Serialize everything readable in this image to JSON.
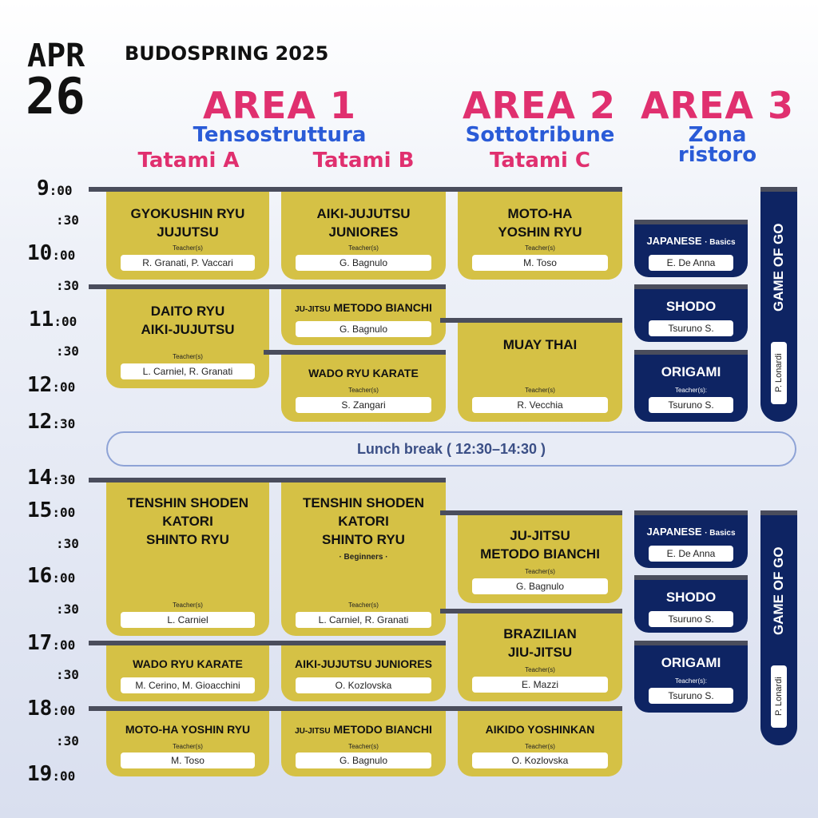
{
  "header": {
    "month": "APR",
    "day": "26",
    "event": "BUDOSPRING 2025"
  },
  "areas": [
    {
      "title": "AREA 1",
      "subtitle": "Tensostruttura"
    },
    {
      "title": "AREA 2",
      "subtitle": "Sottotribune"
    },
    {
      "title": "AREA 3",
      "subtitle_line1": "Zona",
      "subtitle_line2": "ristoro"
    }
  ],
  "tatami": [
    "Tatami A",
    "Tatami B",
    "Tatami C"
  ],
  "times": {
    "t900": "9",
    "t1000": "10",
    "t1100": "11",
    "t1200": "12",
    "t1230": "12",
    "t1430": "14",
    "t1500": "15",
    "t1600": "16",
    "t1700": "17",
    "t1800": "18",
    "t1900": "19",
    "m00": ":00",
    "m30": ":30",
    "half": ":30"
  },
  "lunch": "Lunch break  ( 12:30–14:30 )",
  "teacher_label": "Teacher(s)",
  "teacher_label_alt": "Teacher(s):",
  "morning": {
    "a1": {
      "title1": "GYOKUSHIN RYU",
      "title2": "JUJUTSU",
      "teacher": "R. Granati,  P. Vaccari"
    },
    "a2": {
      "title1": "DAITO RYU",
      "title2": "AIKI-JUJUTSU",
      "teacher": "L. Carniel,  R. Granati"
    },
    "b1": {
      "title1": "AIKI-JUJUTSU",
      "title2": "JUNIORES",
      "teacher": "G. Bagnulo"
    },
    "b2": {
      "title_small": "JU-JITSU",
      "title": "METODO BIANCHI",
      "teacher": "G. Bagnulo"
    },
    "b3": {
      "title": "WADO RYU KARATE",
      "teacher": "S. Zangari"
    },
    "c1": {
      "title1": "MOTO-HA",
      "title2": "YOSHIN RYU",
      "teacher": "M. Toso"
    },
    "c2": {
      "title": "MUAY THAI",
      "teacher": "R. Vecchia"
    },
    "d1": {
      "title": "JAPANESE",
      "title_small": "· Basics",
      "teacher": "E. De Anna"
    },
    "d2": {
      "title": "SHODO",
      "teacher": "Tsuruno S."
    },
    "d3": {
      "title": "ORIGAMI",
      "teacher": "Tsuruno S."
    },
    "go": {
      "title": "GAME OF GO",
      "teacher": "P. Lonardi"
    }
  },
  "afternoon": {
    "a1": {
      "title1": "TENSHIN SHODEN",
      "title2": "KATORI",
      "title3": "SHINTO RYU",
      "teacher": "L. Carniel"
    },
    "a2": {
      "title": "WADO RYU KARATE",
      "teacher": "M. Cerino,  M. Gioacchini"
    },
    "a3": {
      "title": "MOTO-HA YOSHIN RYU",
      "teacher": "M. Toso"
    },
    "b1": {
      "title1": "TENSHIN SHODEN",
      "title2": "KATORI",
      "title3": "SHINTO RYU",
      "note": "· Beginners ·",
      "teacher": "L. Carniel,  R. Granati"
    },
    "b2": {
      "title": "AIKI-JUJUTSU JUNIORES",
      "teacher": "O. Kozlovska"
    },
    "b3": {
      "title_small": "JU-JITSU",
      "title": "METODO BIANCHI",
      "teacher": "G. Bagnulo"
    },
    "c1": {
      "title1": "JU-JITSU",
      "title2": "METODO BIANCHI",
      "teacher": "G. Bagnulo"
    },
    "c2": {
      "title1": "BRAZILIAN",
      "title2": "JIU-JITSU",
      "teacher": "E. Mazzi"
    },
    "c3": {
      "title": "AIKIDO YOSHINKAN",
      "teacher": "O. Kozlovska"
    },
    "d1": {
      "title": "JAPANESE",
      "title_small": "· Basics",
      "teacher": "E. De Anna"
    },
    "d2": {
      "title": "SHODO",
      "teacher": "Tsuruno S."
    },
    "d3": {
      "title": "ORIGAMI",
      "teacher": "Tsuruno S."
    },
    "go": {
      "title": "GAME OF GO",
      "teacher": "P. Lonardi"
    }
  },
  "colors": {
    "accent_pink": "#e0306f",
    "accent_blue": "#2a5bd7",
    "card_yellow": "#d5c145",
    "card_navy": "#0e2463"
  }
}
